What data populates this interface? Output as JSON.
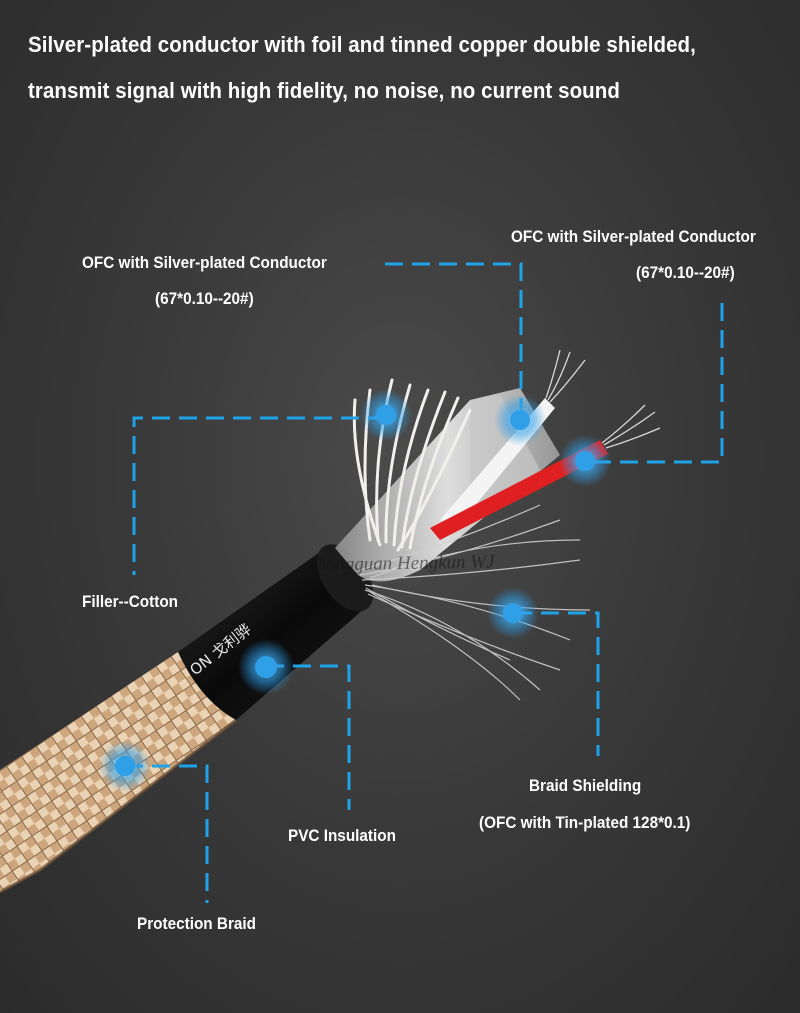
{
  "headline": {
    "line1": "Silver-plated conductor with foil and tinned copper double shielded,",
    "line2": "transmit signal with high fidelity, no noise, no current sound"
  },
  "labels": {
    "conductor_left": {
      "title": "OFC with Silver-plated Conductor",
      "spec": "(67*0.10--20#)"
    },
    "conductor_right": {
      "title": "OFC with Silver-plated Conductor",
      "spec": "(67*0.10--20#)"
    },
    "filler": {
      "title": "Filler--Cotton"
    },
    "pvc": {
      "title": "PVC Insulation"
    },
    "braid_shield": {
      "title": "Braid Shielding",
      "spec": "(OFC with Tin-plated 128*0.1)"
    },
    "protection": {
      "title": "Protection Braid"
    }
  },
  "cable_print": "ON 戈利骅",
  "watermark": "Dongguan Hengkun WJ",
  "colors": {
    "background": "#3a3a3a",
    "callout_line": "#1fa3e8",
    "marker": "#2f9fe8",
    "text": "#ffffff",
    "red_core": "#e02020",
    "braid": "#d8b48c",
    "jacket": "#111111"
  }
}
